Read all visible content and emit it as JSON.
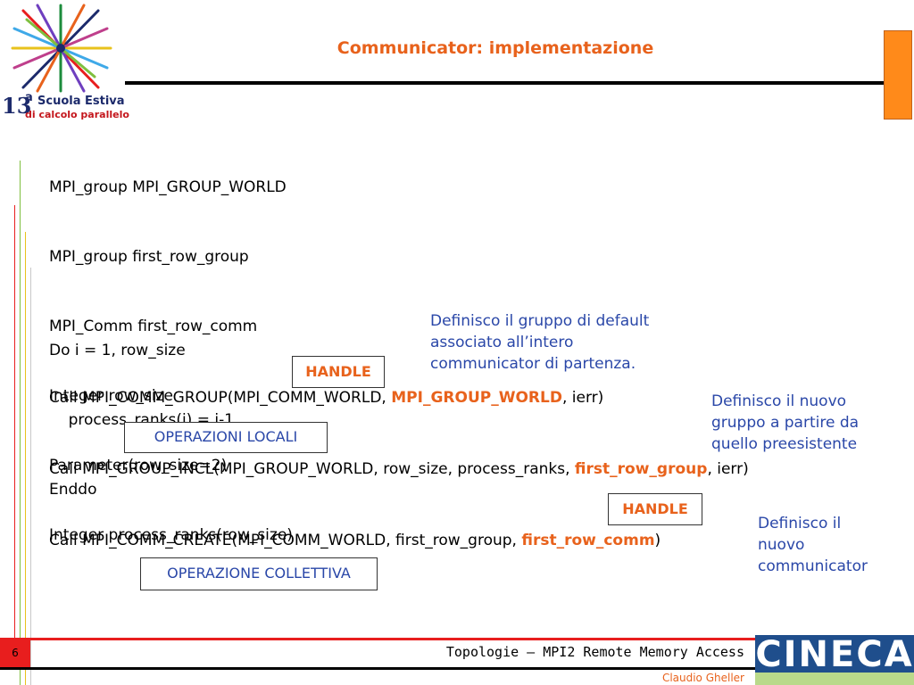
{
  "slide": {
    "title": "Communicator: implementazione",
    "page_number": "6",
    "footer_title": "Topologie – MPI2 Remote Memory Access",
    "author": "Claudio Gheller"
  },
  "logo": {
    "number": "13",
    "superscript": "a",
    "line1": "Scuola Estiva",
    "line2": "di calcolo parallelo"
  },
  "brand": {
    "name": "CINECA"
  },
  "code": {
    "decl_lines": [
      "MPI_group MPI_GROUP_WORLD",
      "MPI_group first_row_group",
      "MPI_Comm first_row_comm",
      "Integer row_size",
      "Parameter(row_size=2)",
      "Integer process_ranks(row_size)"
    ],
    "loop_lines": [
      "Do i = 1, row_size",
      "    process_ranks(i) = i-1",
      "Enddo"
    ],
    "call1_pre": "Call MPI_COMM_GROUP(MPI_COMM_WORLD, ",
    "call1_hl": "MPI_GROUP_WORLD",
    "call1_post": ", ierr)",
    "call2_pre": "Call MPI_GROUP_INCL(MPI_GROUP_WORLD, row_size, process_ranks, ",
    "call2_hl": "first_row_group",
    "call2_post": ", ierr)",
    "call3_pre": "Call MPI_COMM_CREATE(MPI_COMM_WORLD, first_row_group, ",
    "call3_hl": "first_row_comm",
    "call3_post": ")"
  },
  "notes": {
    "default_group": [
      "Definisco il gruppo di default",
      "associato all’intero",
      "communicator di partenza."
    ],
    "new_group": [
      "Definisco il nuovo",
      "gruppo a partire da",
      "quello preesistente"
    ],
    "new_comm": [
      "Definisco il",
      "nuovo",
      "communicator"
    ]
  },
  "boxes": {
    "handle_1": "HANDLE",
    "handle_2": "HANDLE",
    "local_ops": "OPERAZIONI LOCALI",
    "collective_op": "OPERAZIONE COLLETTIVA"
  },
  "colors": {
    "accent": "#e8621c",
    "note_blue": "#2a47a8",
    "footer_red": "#e81e1e",
    "brand_blue": "#1f4e8c"
  }
}
